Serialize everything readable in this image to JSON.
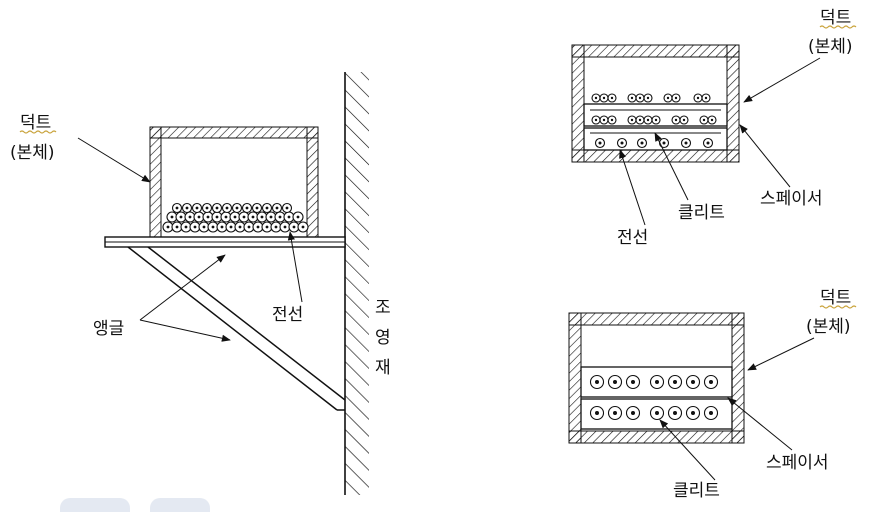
{
  "left_figure": {
    "duct_label_top": "덕트",
    "duct_label_bottom": "(본체)",
    "wire_label": "전선",
    "angle_label": "앵글",
    "wall_label_chars": [
      "조",
      "영",
      "재"
    ]
  },
  "top_right_figure": {
    "duct_label_top": "덕트",
    "duct_label_bottom": "(본체)",
    "wire_label": "전선",
    "cleat_label": "클리트",
    "spacer_label": "스페이서"
  },
  "bottom_right_figure": {
    "duct_label_top": "덕트",
    "duct_label_bottom": "(본체)",
    "spacer_label": "스페이서",
    "cleat_label": "클리트"
  },
  "colors": {
    "line": "#111111",
    "wavy_underline": "#c8a23a",
    "watermark": "#c9d3e6"
  }
}
